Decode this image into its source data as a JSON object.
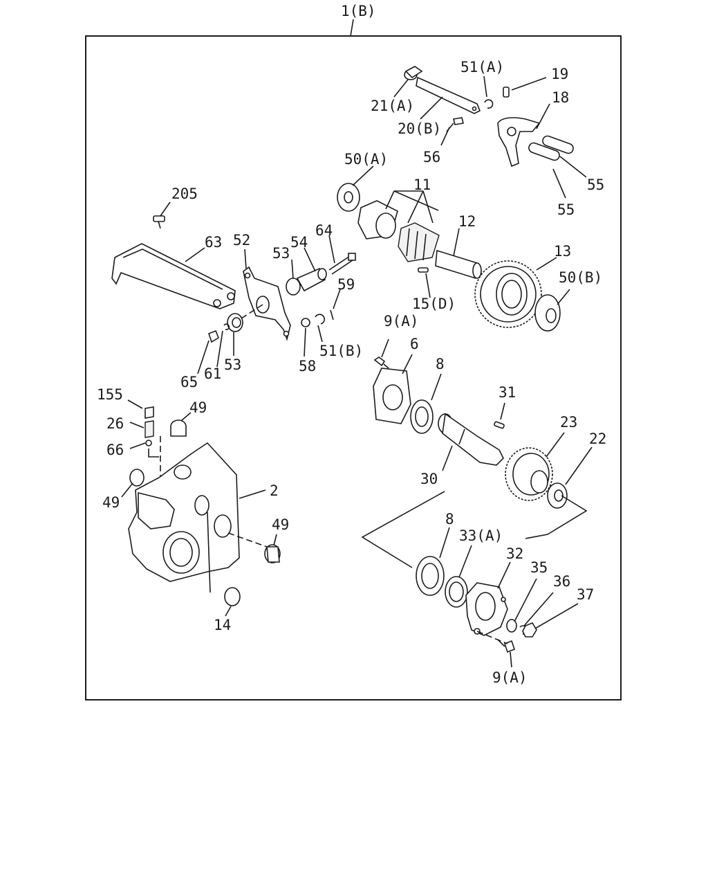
{
  "diagram": {
    "assembly_label": "1(B)",
    "labels": {
      "p51a": "51(A)",
      "p19": "19",
      "p21a": "21(A)",
      "p18": "18",
      "p20b": "20(B)",
      "p56": "56",
      "p55a": "55",
      "p55b": "55",
      "p50a": "50(A)",
      "p11": "11",
      "p205": "205",
      "p12": "12",
      "p63": "63",
      "p52": "52",
      "p64": "64",
      "p53a": "53",
      "p54": "54",
      "p13": "13",
      "p59": "59",
      "p50b": "50(B)",
      "p15d": "15(D)",
      "p9a_top": "9(A)",
      "p6": "6",
      "p65": "65",
      "p61": "61",
      "p53b": "53",
      "p58": "58",
      "p51b": "51(B)",
      "p8a": "8",
      "p31": "31",
      "p155": "155",
      "p26": "26",
      "p49a": "49",
      "p23": "23",
      "p22": "22",
      "p66": "66",
      "p30": "30",
      "p2": "2",
      "p49b": "49",
      "p8b": "8",
      "p33a": "33(A)",
      "p49c": "49",
      "p32": "32",
      "p35": "35",
      "p36": "36",
      "p37": "37",
      "p14": "14",
      "p9a_bot": "9(A)"
    }
  }
}
